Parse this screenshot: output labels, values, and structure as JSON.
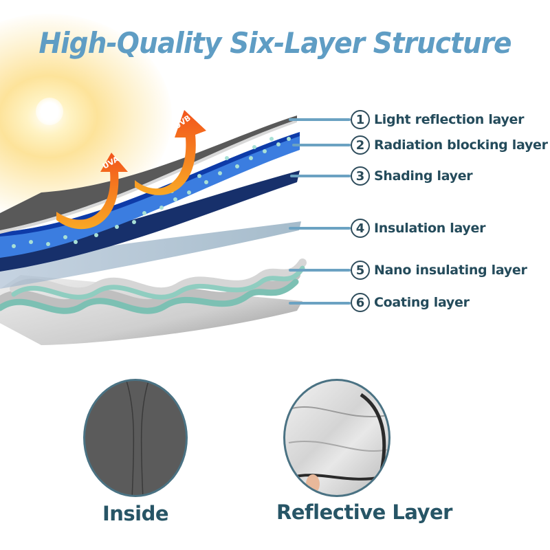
{
  "title": "High-Quality Six-Layer Structure",
  "rays": [
    {
      "label": "UVA",
      "color": "#f47c20"
    },
    {
      "label": "UVB",
      "color": "#f26b1d"
    }
  ],
  "layers": [
    {
      "number": "1",
      "label": "Light reflection layer"
    },
    {
      "number": "2",
      "label": "Radiation blocking layer"
    },
    {
      "number": "3",
      "label": "Shading layer"
    },
    {
      "number": "4",
      "label": "Insulation layer"
    },
    {
      "number": "5",
      "label": "Nano insulating layer"
    },
    {
      "number": "6",
      "label": "Coating layer"
    }
  ],
  "bottom_panels": [
    {
      "caption": "Inside"
    },
    {
      "caption": "Reflective Layer"
    }
  ],
  "colors": {
    "title": "#5f9dc4",
    "label_text": "#244b5b",
    "leader_line": "#6ba2c2",
    "caption_text": "#275566"
  }
}
